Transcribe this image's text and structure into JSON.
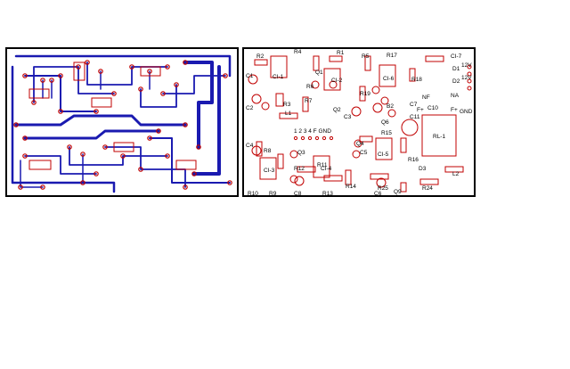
{
  "colors": {
    "trace": "#1a1ab0",
    "pad": "#c00000",
    "outline": "#000000",
    "background": "#ffffff"
  },
  "silkscreen": {
    "labels": [
      {
        "id": "R2",
        "text": "R2"
      },
      {
        "id": "R4",
        "text": "R4"
      },
      {
        "id": "R1",
        "text": "R1"
      },
      {
        "id": "R5",
        "text": "R5"
      },
      {
        "id": "R17",
        "text": "R17"
      },
      {
        "id": "CI7",
        "text": "CI-7"
      },
      {
        "id": "D1",
        "text": "D1"
      },
      {
        "id": "V12a",
        "text": "12V"
      },
      {
        "id": "D2",
        "text": "D2"
      },
      {
        "id": "V12b",
        "text": "12V"
      },
      {
        "id": "C1",
        "text": "C1"
      },
      {
        "id": "CI1",
        "text": "CI-1"
      },
      {
        "id": "R6",
        "text": "R6"
      },
      {
        "id": "CI2",
        "text": "CI-2"
      },
      {
        "id": "CI6",
        "text": "CI-6"
      },
      {
        "id": "R18",
        "text": "R18"
      },
      {
        "id": "NF",
        "text": "NF"
      },
      {
        "id": "NA",
        "text": "NA"
      },
      {
        "id": "R19",
        "text": "R19"
      },
      {
        "id": "R7",
        "text": "R7"
      },
      {
        "id": "Q1",
        "text": "Q1"
      },
      {
        "id": "Q2",
        "text": "Q2"
      },
      {
        "id": "C2",
        "text": "C2"
      },
      {
        "id": "R3",
        "text": "R3"
      },
      {
        "id": "L1",
        "text": "L1"
      },
      {
        "id": "C3",
        "text": "C3"
      },
      {
        "id": "B2",
        "text": "B2"
      },
      {
        "id": "C7",
        "text": "C7"
      },
      {
        "id": "C10",
        "text": "C10"
      },
      {
        "id": "Fplus",
        "text": "F+"
      },
      {
        "id": "Fplus2",
        "text": "F+"
      },
      {
        "id": "GND1",
        "text": "GND"
      },
      {
        "id": "Q6",
        "text": "Q6"
      },
      {
        "id": "C11",
        "text": "C11"
      },
      {
        "id": "RL1",
        "text": "RL-1"
      },
      {
        "id": "pinrow",
        "text": "1 2 3 4 F GND"
      },
      {
        "id": "R15",
        "text": "R15"
      },
      {
        "id": "C4",
        "text": "C4"
      },
      {
        "id": "R8",
        "text": "R8"
      },
      {
        "id": "Q3",
        "text": "Q3"
      },
      {
        "id": "Q4",
        "text": "Q4"
      },
      {
        "id": "C5",
        "text": "C5"
      },
      {
        "id": "CI5",
        "text": "CI-5"
      },
      {
        "id": "R16",
        "text": "R16"
      },
      {
        "id": "CI3",
        "text": "CI-3"
      },
      {
        "id": "R12",
        "text": "R12"
      },
      {
        "id": "R11",
        "text": "R11"
      },
      {
        "id": "CI4",
        "text": "CI-4"
      },
      {
        "id": "D3",
        "text": "D3"
      },
      {
        "id": "L2",
        "text": "L2"
      },
      {
        "id": "R14",
        "text": "R14"
      },
      {
        "id": "R25",
        "text": "R25"
      },
      {
        "id": "R24",
        "text": "R24"
      },
      {
        "id": "R10",
        "text": "R10"
      },
      {
        "id": "R9",
        "text": "R9"
      },
      {
        "id": "C8",
        "text": "C8"
      },
      {
        "id": "R13",
        "text": "R13"
      },
      {
        "id": "C6",
        "text": "C6"
      },
      {
        "id": "Q9",
        "text": "Q9"
      }
    ]
  }
}
